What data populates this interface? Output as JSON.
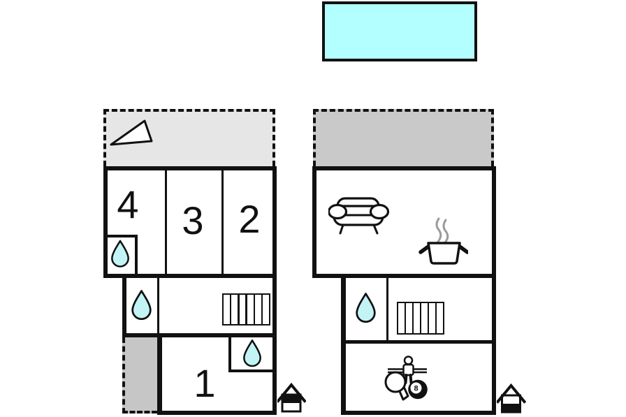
{
  "labels": {
    "room1": "1",
    "room2": "2",
    "room3": "3",
    "room4": "4",
    "eight_ball": "8"
  },
  "colors": {
    "pool_fill": "#b3ffff",
    "drop_fill": "#c2f4f6",
    "terrace_left_fill": "#e6e6e6",
    "terrace_right_fill": "#c9c9c9",
    "balcony_fill": "#c6c6c6",
    "wall": "#111111",
    "steam": "#9b9b9b"
  },
  "icons": {
    "pool": "swimming-pool",
    "slope_triangle": "terrace-slope-arrow",
    "water_drop": "water-drop-bathroom",
    "stairs": "staircase",
    "sofa": "sofa",
    "pot": "steaming-cooking-pot",
    "foosball_player": "foosball-player",
    "paddle": "table-tennis-paddle",
    "eight_ball": "billiard-8-ball",
    "house_left": "house-marker-upper-level",
    "house_right": "house-marker-ground-level"
  }
}
